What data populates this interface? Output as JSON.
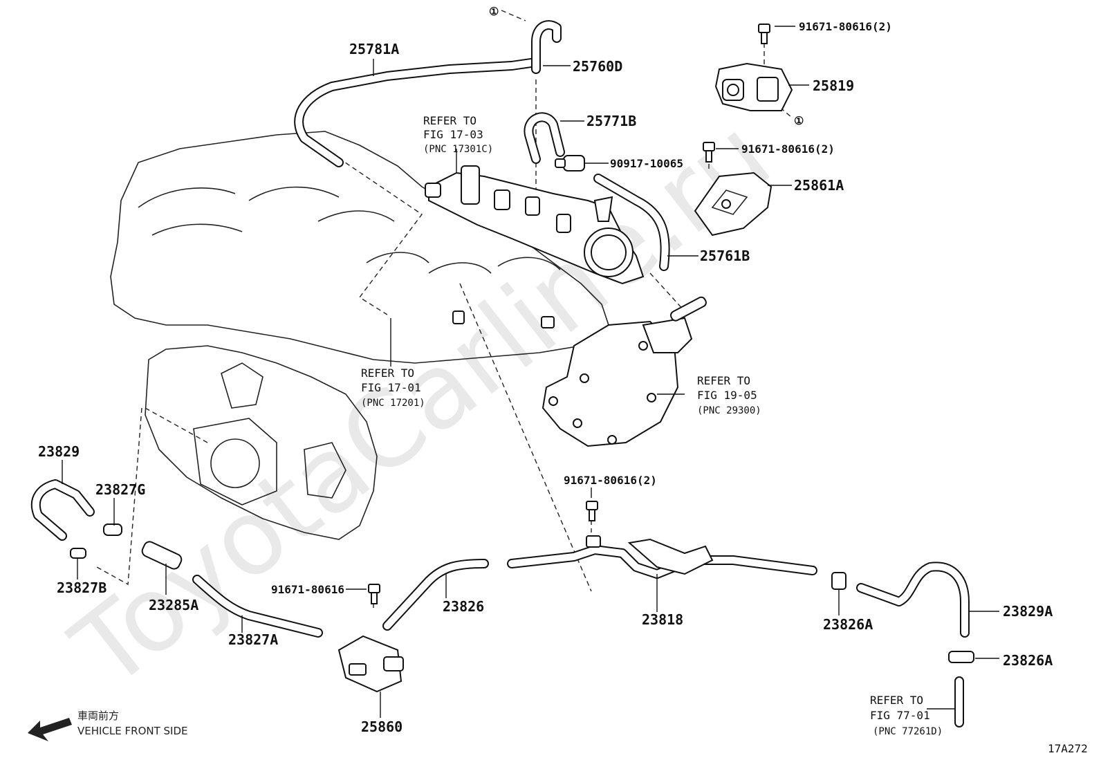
{
  "watermark": "ToyotaCarline.ru",
  "figure_code": "17A272",
  "vehicle_front": {
    "jp": "車両前方",
    "en": "VEHICLE FRONT SIDE"
  },
  "connection_marker": "①",
  "parts": {
    "p25781A": "25781A",
    "p25760D": "25760D",
    "p25771B": "25771B",
    "p90917_10065": "90917-10065",
    "p25761B": "25761B",
    "p91671_top": "91671-80616(2)",
    "p25819": "25819",
    "p91671_mid": "91671-80616(2)",
    "p25861A": "25861A",
    "p23829": "23829",
    "p23827G": "23827G",
    "p23827B": "23827B",
    "p23285A": "23285A",
    "p23827A": "23827A",
    "p91671_low": "91671-80616",
    "p25860": "25860",
    "p23826": "23826",
    "p91671_bot": "91671-80616(2)",
    "p23818": "23818",
    "p23826A_1": "23826A",
    "p23829A": "23829A",
    "p23826A_2": "23826A"
  },
  "refs": {
    "fig1703": {
      "l1": "REFER TO",
      "l2": "FIG 17-03",
      "l3": "(PNC 17301C)"
    },
    "fig1701": {
      "l1": "REFER TO",
      "l2": "FIG 17-01",
      "l3": "(PNC 17201)"
    },
    "fig1905": {
      "l1": "REFER TO",
      "l2": "FIG 19-05",
      "l3": "(PNC 29300)"
    },
    "fig7701": {
      "l1": "REFER TO",
      "l2": "FIG 77-01",
      "l3": "(PNC 77261D)"
    }
  }
}
